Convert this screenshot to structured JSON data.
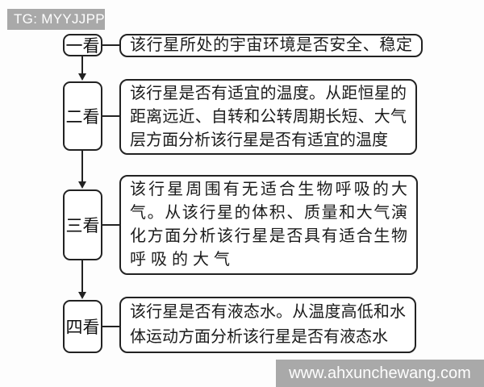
{
  "watermarks": {
    "top": "TG: MYYJJPP",
    "bottom": "www.ahxunchewang.com"
  },
  "colors": {
    "banner_bg": "#a9a9a9",
    "banner_text": "#fefefe",
    "box_border": "#222222",
    "text": "#1b1b1b",
    "background": "#fdfdfd"
  },
  "flowchart": {
    "steps": [
      {
        "label": "一看",
        "lines": [
          "该行星所处的宇宙环境是否安全、稳定"
        ]
      },
      {
        "label": "二看",
        "lines": [
          "该行星是否有适宜的温度。从距恒星的",
          "距离远近、自转和公转周期长短、大气",
          "层方面分析该行星是否有适宜的温度"
        ]
      },
      {
        "label": "三看",
        "lines": [
          "该行星周围有无适合生物呼吸的大",
          "气。从该行星的体积、质量和大气演",
          "化方面分析该行星是否具有适合生物",
          "呼吸的大气"
        ]
      },
      {
        "label": "四看",
        "lines": [
          "该行星是否有液态水。从温度高低和水",
          "体运动方面分析该行星是否有液态水"
        ]
      }
    ]
  }
}
